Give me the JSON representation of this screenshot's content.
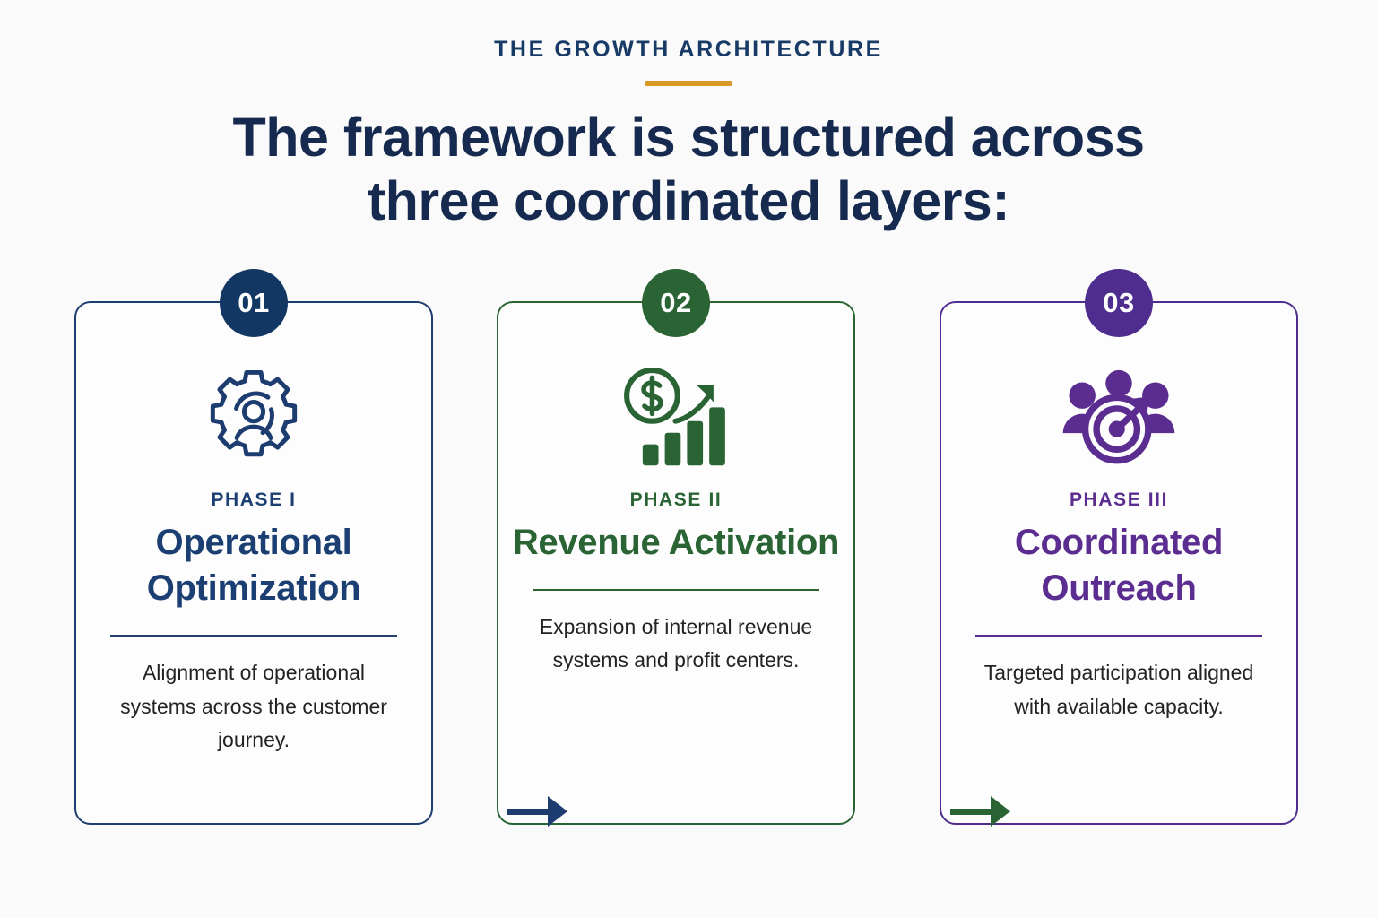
{
  "header": {
    "eyebrow": "THE GROWTH ARCHITECTURE",
    "headline_line1": "The framework is structured across",
    "headline_line2": "three coordinated layers:"
  },
  "colors": {
    "navy": "#1d3c70",
    "navy_dark": "#123763",
    "green": "#2a6434",
    "purple": "#5b2d90",
    "gold": "#d99a23",
    "background": "#fafafa",
    "body_text": "#232323"
  },
  "cards": [
    {
      "number": "01",
      "phase": "PHASE I",
      "title_line1": "Operational",
      "title_line2": "Optimization",
      "body": "Alignment of operational systems across the customer journey.",
      "icon": "gear-user-icon",
      "accent": "#1d3c70"
    },
    {
      "number": "02",
      "phase": "PHASE II",
      "title_line1": "Revenue",
      "title_line2": "Activation",
      "body": "Expansion of internal revenue systems and profit centers.",
      "icon": "dollar-growth-chart-icon",
      "accent": "#2a6434"
    },
    {
      "number": "03",
      "phase": "PHASE III",
      "title_line1": "Coordinated",
      "title_line2": "Outreach",
      "body": "Targeted participation aligned with available capacity.",
      "icon": "team-target-icon",
      "accent": "#5b2d90"
    }
  ],
  "connectors": [
    {
      "name": "arrow-phase1-to-phase2",
      "color": "#1d3c70"
    },
    {
      "name": "arrow-phase2-to-phase3",
      "color": "#2a6434"
    }
  ]
}
